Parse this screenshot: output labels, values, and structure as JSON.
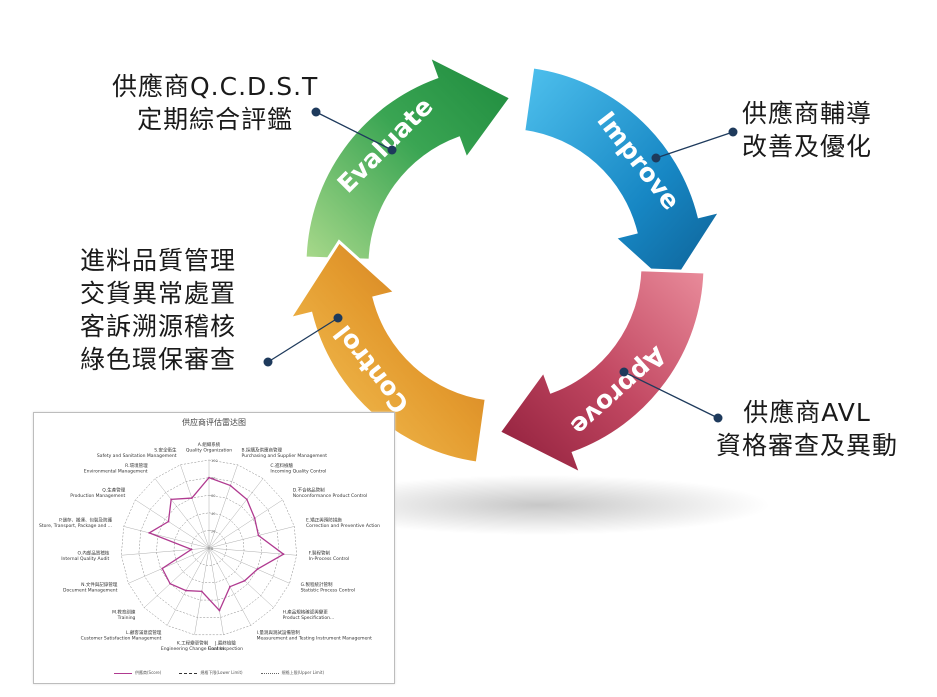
{
  "cycle": {
    "evaluate_label": "Evaluate",
    "improve_label": "Improve",
    "approve_label": "Approve",
    "control_label": "Control",
    "colors": {
      "evaluate": "#2e9b48",
      "improve": "#1787c4",
      "approve": "#b83a57",
      "control": "#e0922a",
      "dot": "#1e3a5c"
    }
  },
  "callouts": {
    "evaluate": [
      "供應商Q.C.D.S.T",
      "定期綜合評鑑"
    ],
    "improve": [
      "供應商輔導",
      "改善及優化"
    ],
    "control": [
      "進料品質管理",
      "交貨異常處置",
      "客訴溯源稽核",
      "綠色環保審查"
    ],
    "approve": [
      "供應商AVL",
      "資格審查及異動"
    ]
  },
  "radar": {
    "title": "供应商评估雷达图",
    "axes": [
      {
        "zh": "A.組織系統",
        "en": "Quality Organization"
      },
      {
        "zh": "B.採購及供應商管理",
        "en": "Purchasing and Supplier Management"
      },
      {
        "zh": "C.進料檢驗",
        "en": "Incoming Quality Control"
      },
      {
        "zh": "D.不合格品管制",
        "en": "Nonconformance Product Control"
      },
      {
        "zh": "E.矯正與預防措施",
        "en": "Correction and Preventive Action"
      },
      {
        "zh": "F.製程管制",
        "en": "In-Process Control"
      },
      {
        "zh": "G.製程統計管制",
        "en": "Statistic Process Control"
      },
      {
        "zh": "H.產品規格確認與變更",
        "en": "Product Specification..."
      },
      {
        "zh": "I.量測與測試設備管制",
        "en": "Measurement and Testing Instrument Management"
      },
      {
        "zh": "J.最終檢驗",
        "en": "Final Inspection"
      },
      {
        "zh": "K.工程變更管制",
        "en": "Engineering Change Control"
      },
      {
        "zh": "L.顧客滿意度管理",
        "en": "Customer Satisfaction Management"
      },
      {
        "zh": "M.教育訓練",
        "en": "Training"
      },
      {
        "zh": "N.文件與記錄管理",
        "en": "Document Management"
      },
      {
        "zh": "O.內部品質稽核",
        "en": "Internal Quality Audit"
      },
      {
        "zh": "P.儲存、搬運、包裝及防護",
        "en": "Store, Transport, Package and ..."
      },
      {
        "zh": "Q.生產管理",
        "en": "Production Management"
      },
      {
        "zh": "R.環境管理",
        "en": "Environmental Management"
      },
      {
        "zh": "S.安全衛生",
        "en": "Safety and Sanitation Management"
      }
    ],
    "ticks": [
      "0",
      "20",
      "40",
      "60",
      "80",
      "100"
    ],
    "max": 100,
    "series_values": [
      80,
      75,
      70,
      62,
      58,
      85,
      60,
      55,
      50,
      72,
      50,
      55,
      60,
      58,
      20,
      70,
      55,
      70,
      60
    ],
    "legend": [
      "供應商(Score)",
      "規格下限(Lower Limit)",
      "規格上限(Upper Limit)"
    ],
    "series_color": "#b03a90"
  }
}
